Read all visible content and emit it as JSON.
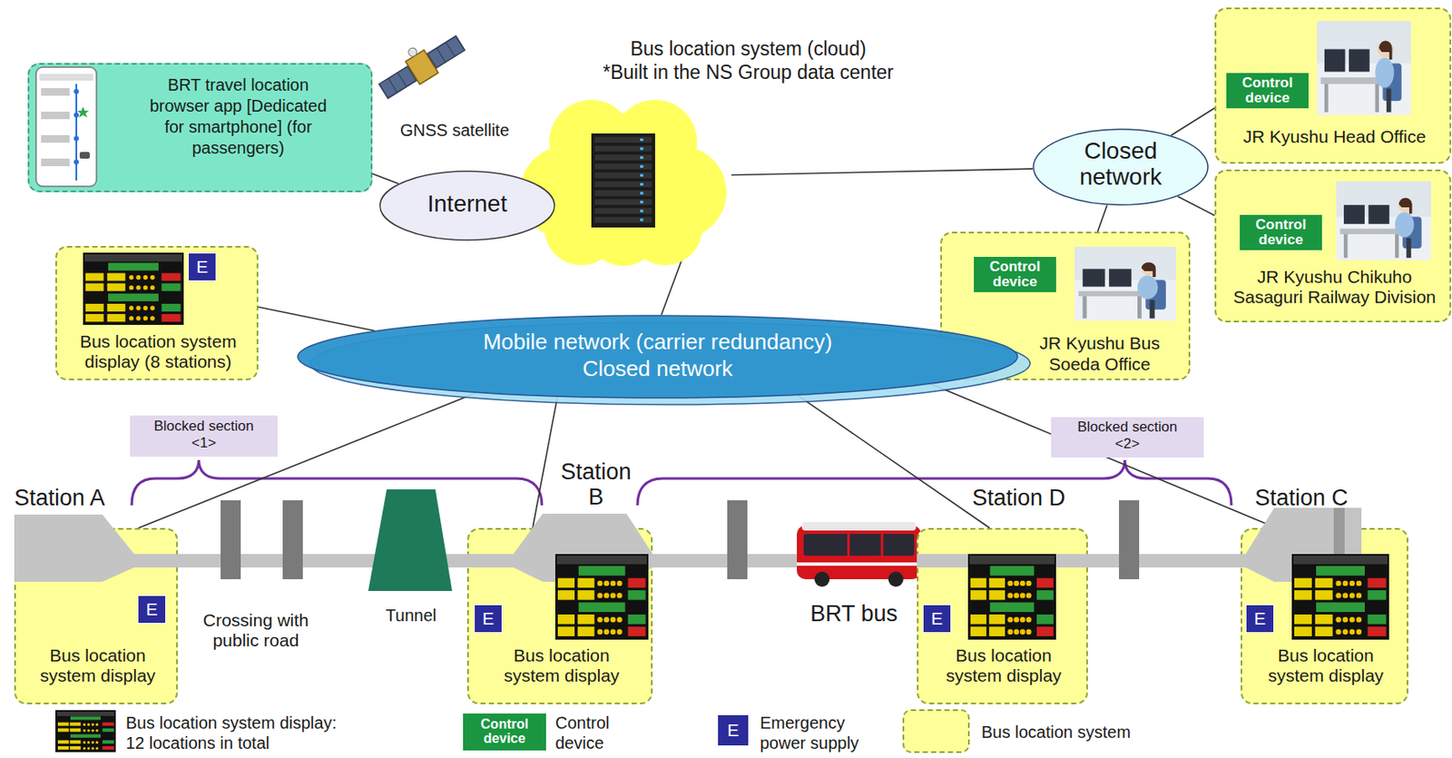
{
  "diagram": {
    "nodes": [
      {
        "text": [
          "BRT travel location browser app [Dedicated for smartphone] (for passengers)"
        ]
      },
      {
        "text": [
          "Bus location system (cloud)",
          "*Built in the NS Group data center"
        ]
      },
      {
        "text": [
          "Internet"
        ]
      },
      {
        "text": [
          "Closed network"
        ]
      },
      {
        "text": [
          "JR Kyushu Head Office"
        ]
      },
      {
        "text": [
          "Control device"
        ],
        "in": 4
      },
      {
        "text": [
          "JR Kyushu Chikuho Sasaguri Railway Division"
        ]
      },
      {
        "text": [
          "Control device"
        ],
        "in": 6
      },
      {
        "text": [
          "JR Kyushu Bus Soeda Office"
        ]
      },
      {
        "text": [
          "Control device"
        ],
        "in": 8
      },
      {
        "text": [
          "Bus location system display (8 stations)"
        ]
      },
      {
        "text": [
          "E"
        ],
        "in": 10
      },
      {
        "text": [
          "Mobile network (carrier redundancy)",
          "Closed network"
        ]
      },
      {
        "text": [
          "Blocked section <1>"
        ]
      },
      {
        "text": [
          "Bus location system display"
        ]
      },
      {
        "text": [
          "E"
        ],
        "in": 14
      },
      {
        "text": [
          "Bus location system display"
        ]
      },
      {
        "text": [
          "E"
        ],
        "in": 16
      },
      {
        "text": [
          "Blocked section <2>"
        ]
      },
      {
        "text": [
          "Bus location system display"
        ]
      },
      {
        "text": [
          "E"
        ],
        "in": 19
      },
      {
        "text": [
          "Bus location system display"
        ]
      },
      {
        "text": [
          "E"
        ],
        "in": 21
      }
    ],
    "edges": [
      {
        "from": 0,
        "to": 2,
        "arrow": "none"
      },
      {
        "from": 1,
        "to": 3,
        "arrow": "none"
      },
      {
        "from": 3,
        "to": 4,
        "arrow": "none"
      },
      {
        "from": 3,
        "to": 6,
        "arrow": "none"
      },
      {
        "from": 3,
        "to": 8,
        "arrow": "none"
      },
      {
        "from": 1,
        "to": 12,
        "arrow": "none"
      },
      {
        "from": 10,
        "to": 12,
        "arrow": "none"
      },
      {
        "from": 12,
        "to": 14,
        "arrow": "none"
      },
      {
        "from": 12,
        "to": 16,
        "arrow": "none"
      },
      {
        "from": 12,
        "to": 19,
        "arrow": "none"
      },
      {
        "from": 12,
        "to": 21,
        "arrow": "none"
      }
    ],
    "labels": [
      "GNSS satellite",
      "Station A",
      "Station B",
      "Station D",
      "Station C",
      "Crossing with public road",
      "Tunnel",
      "BRT bus",
      "Control device",
      "E"
    ],
    "legend": [
      {
        "text": "Bus location system display: 12 locations in total"
      },
      {
        "text": "Control device",
        "color": "#1a9641"
      },
      {
        "text": "Emergency power supply",
        "color": "#2b2b9b"
      },
      {
        "text": "Bus location system",
        "color": "#ffff99"
      }
    ]
  }
}
